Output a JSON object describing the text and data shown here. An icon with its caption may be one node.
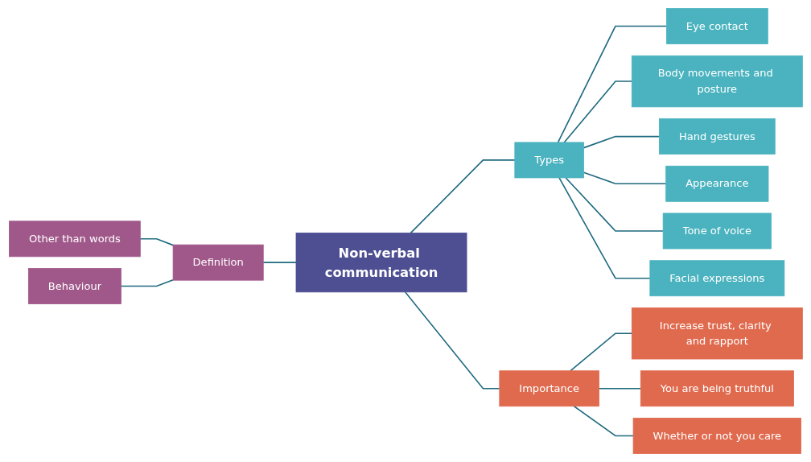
{
  "diagram": {
    "nodes": [
      {
        "text": [
          "Non-verbal communication"
        ]
      },
      {
        "text": [
          "Definition"
        ]
      },
      {
        "text": [
          "Other than words"
        ]
      },
      {
        "text": [
          "Behaviour"
        ]
      },
      {
        "text": [
          "Types"
        ]
      },
      {
        "text": [
          "Eye contact"
        ]
      },
      {
        "text": [
          "Body movements and posture"
        ]
      },
      {
        "text": [
          "Hand gestures"
        ]
      },
      {
        "text": [
          "Appearance"
        ]
      },
      {
        "text": [
          "Tone of voice"
        ]
      },
      {
        "text": [
          "Facial expressions"
        ]
      },
      {
        "text": [
          "Importance"
        ]
      },
      {
        "text": [
          "Increase trust, clarity and rapport"
        ]
      },
      {
        "text": [
          "You are being truthful"
        ]
      },
      {
        "text": [
          "Whether or not you care"
        ]
      }
    ],
    "edges": [
      {
        "from": 2,
        "to": 1,
        "arrow": "none"
      },
      {
        "from": 3,
        "to": 1,
        "arrow": "none"
      },
      {
        "from": 1,
        "to": 0,
        "arrow": "none"
      },
      {
        "from": 0,
        "to": 4,
        "arrow": "none"
      },
      {
        "from": 4,
        "to": 5,
        "arrow": "none"
      },
      {
        "from": 4,
        "to": 6,
        "arrow": "none"
      },
      {
        "from": 4,
        "to": 7,
        "arrow": "none"
      },
      {
        "from": 4,
        "to": 8,
        "arrow": "none"
      },
      {
        "from": 4,
        "to": 9,
        "arrow": "none"
      },
      {
        "from": 4,
        "to": 10,
        "arrow": "none"
      },
      {
        "from": 0,
        "to": 11,
        "arrow": "none"
      },
      {
        "from": 11,
        "to": 12,
        "arrow": "none"
      },
      {
        "from": 11,
        "to": 13,
        "arrow": "none"
      },
      {
        "from": 11,
        "to": 14,
        "arrow": "none"
      }
    ]
  }
}
